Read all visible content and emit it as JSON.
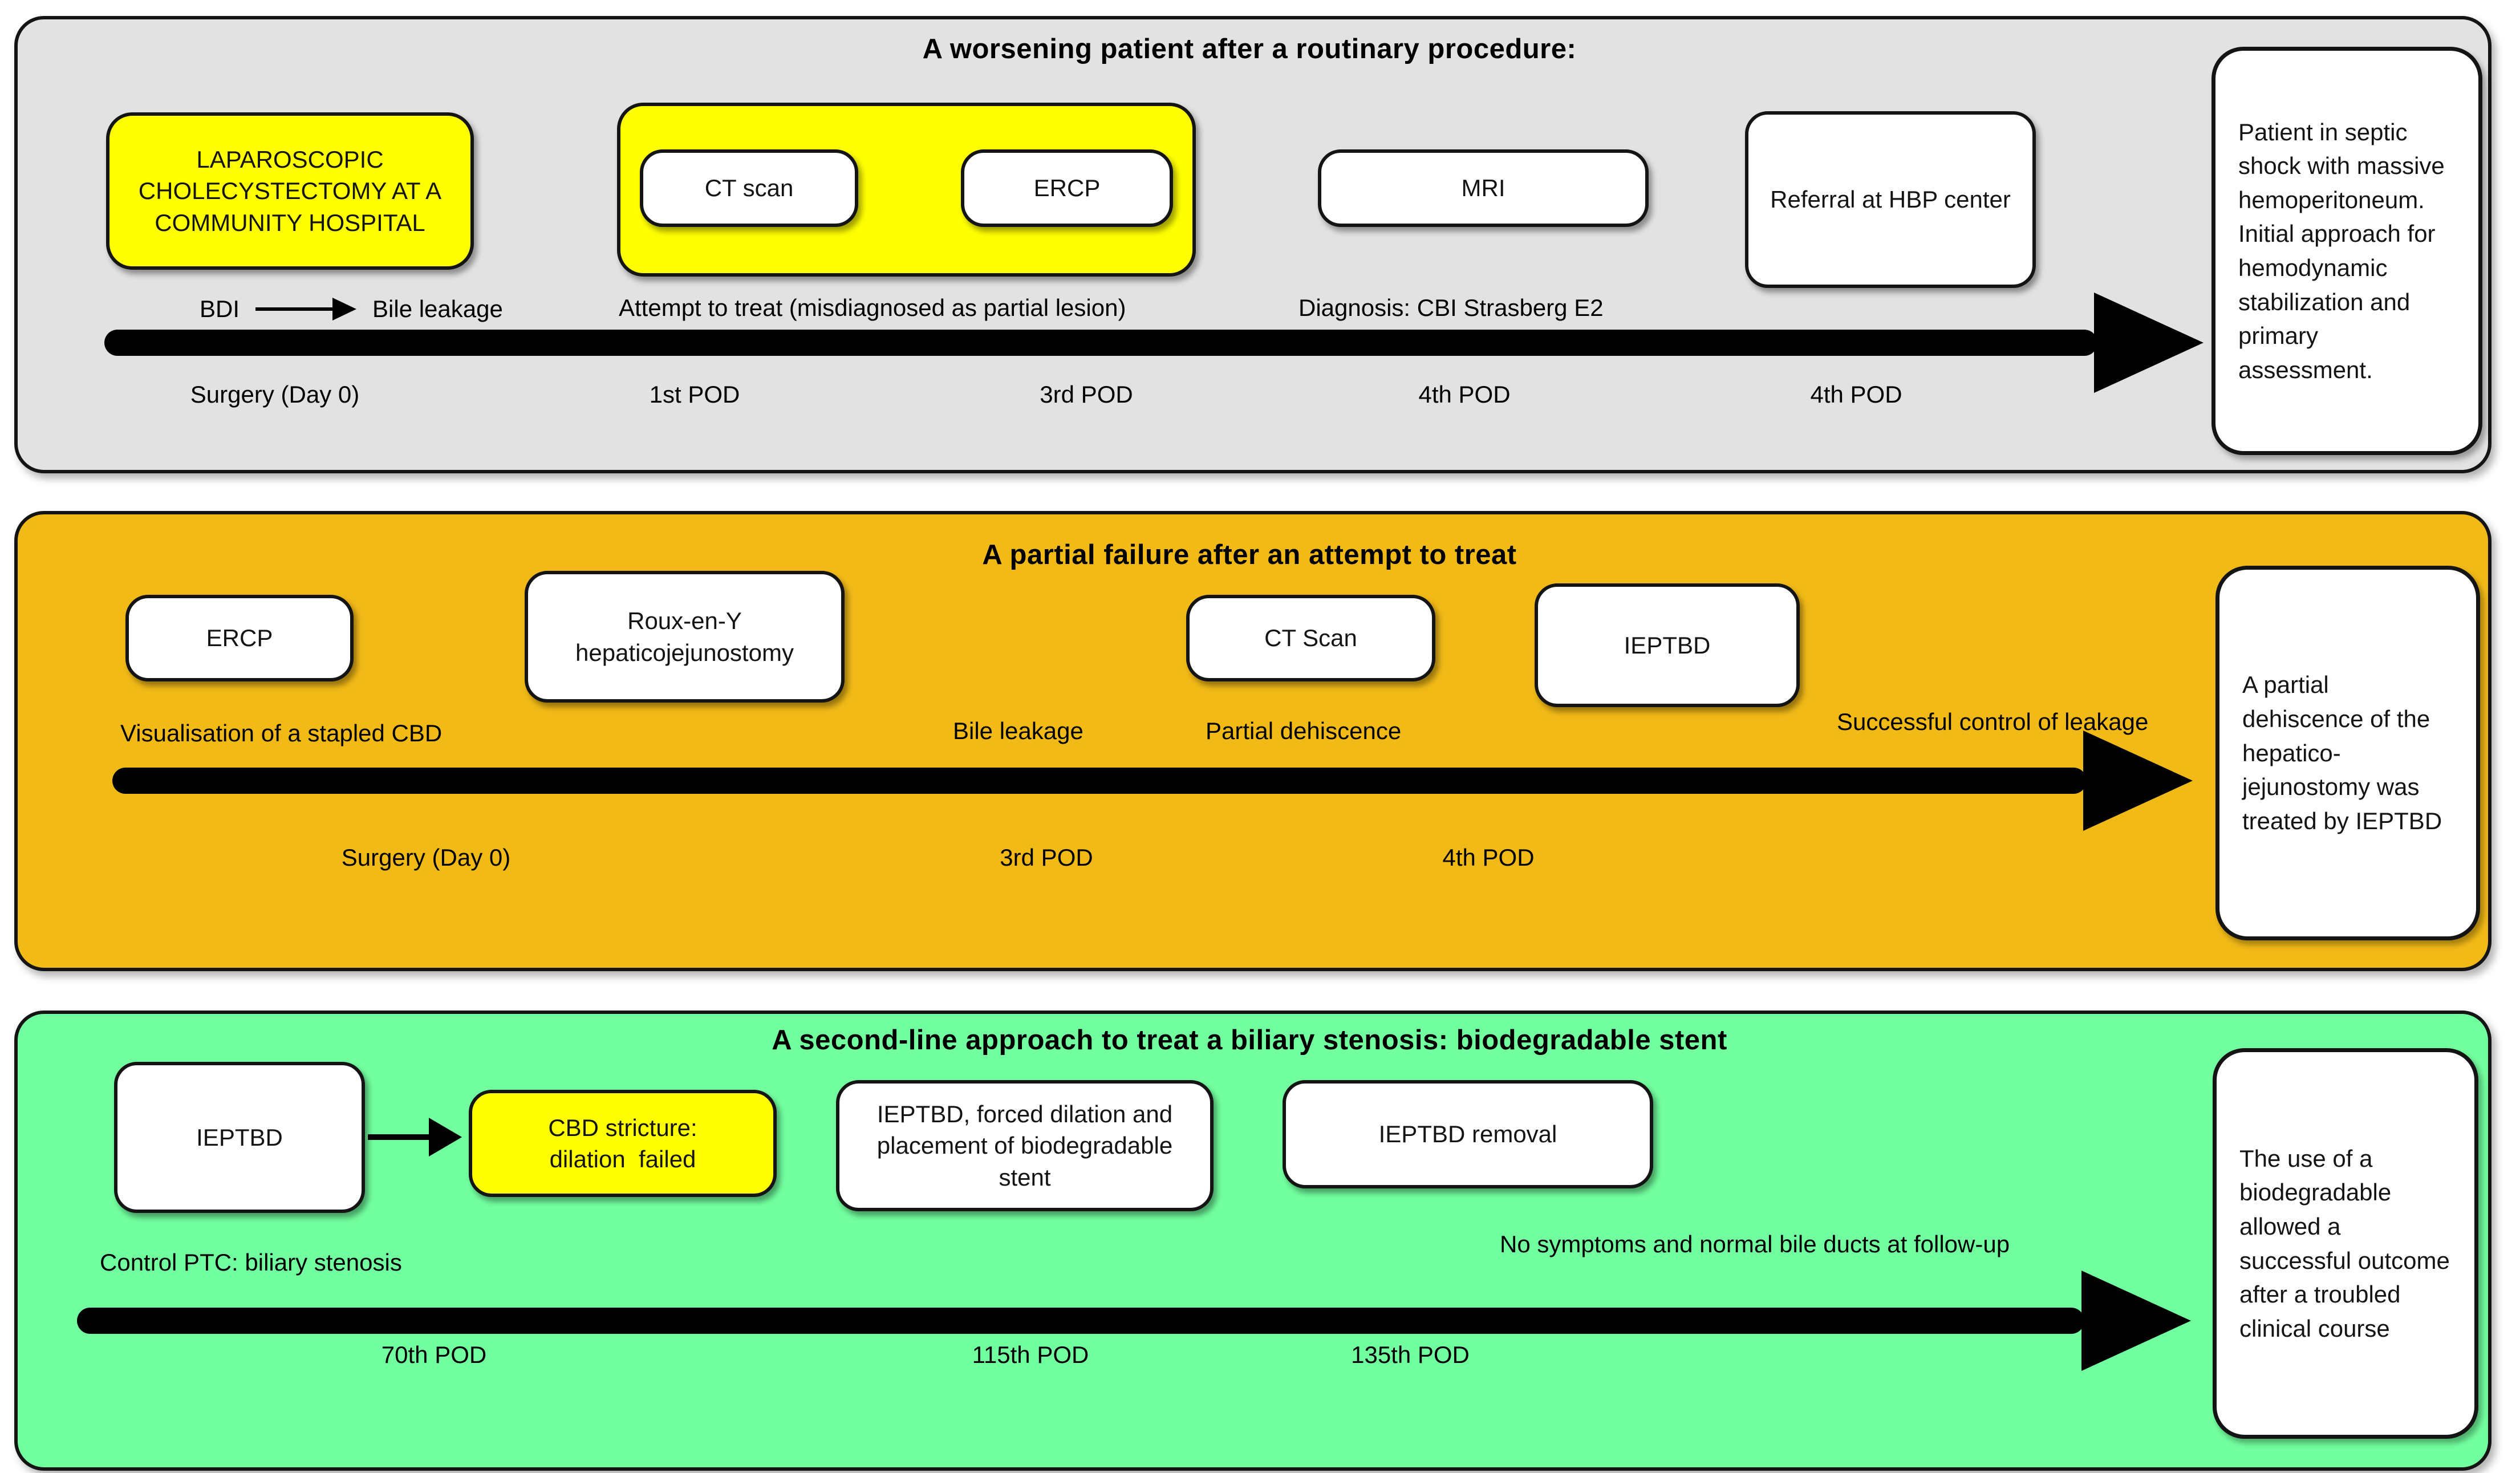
{
  "colors": {
    "panel1_bg": "#e2e2e2",
    "panel2_bg": "#f2ba17",
    "panel3_bg": "#72ff9f",
    "highlight": "#ffff00",
    "box_bg": "#ffffff",
    "arrow": "#000000"
  },
  "panel1": {
    "title": "A worsening patient after a routinary procedure:",
    "procedure_box": "LAPAROSCOPIC CHOLECYSTECTOMY AT A COMMUNITY HOSPITAL",
    "bdi_label": "BDI",
    "bile_leakage_label": "Bile leakage",
    "ct_scan": "CT scan",
    "ercp": "ERCP",
    "attempt_label": "Attempt to treat (misdiagnosed as partial lesion)",
    "mri": "MRI",
    "diagnosis_label": "Diagnosis: CBI Strasberg E2",
    "referral": "Referral at HBP center",
    "ticks": [
      "Surgery (Day 0)",
      "1st POD",
      "3rd POD",
      "4th POD",
      "4th POD"
    ],
    "summary": "Patient in septic shock with massive hemoperitoneum. Initial approach for hemodynamic stabilization and primary assessment."
  },
  "panel2": {
    "title": "A partial failure after an attempt to treat",
    "ercp": "ERCP",
    "roux": "Roux-en-Y hepaticojejunostomy",
    "ct_scan": "CT Scan",
    "ieptbd": "IEPTBD",
    "visualisation_label": "Visualisation of a stapled CBD",
    "bile_leakage_label": "Bile leakage",
    "partial_dehiscence_label": "Partial dehiscence",
    "success_label": "Successful control of leakage",
    "ticks": [
      "Surgery (Day 0)",
      "3rd POD",
      "4th POD"
    ],
    "summary": "A partial dehiscence of the hepatico-jejunostomy was treated by IEPTBD"
  },
  "panel3": {
    "title": "A second-line approach to treat a biliary stenosis: biodegradable stent",
    "ieptbd": "IEPTBD",
    "stricture_line1": "CBD stricture:",
    "stricture_line2": "dilation  failed",
    "forced_dilation": "IEPTBD, forced dilation and placement of biodegradable stent",
    "removal": "IEPTBD removal",
    "control_label": "Control PTC: biliary stenosis",
    "followup_label": "No symptoms and normal bile ducts at follow-up",
    "ticks": [
      "70th POD",
      "115th POD",
      "135th POD"
    ],
    "summary": "The use of a biodegradable allowed a successful outcome after a troubled clinical course"
  }
}
